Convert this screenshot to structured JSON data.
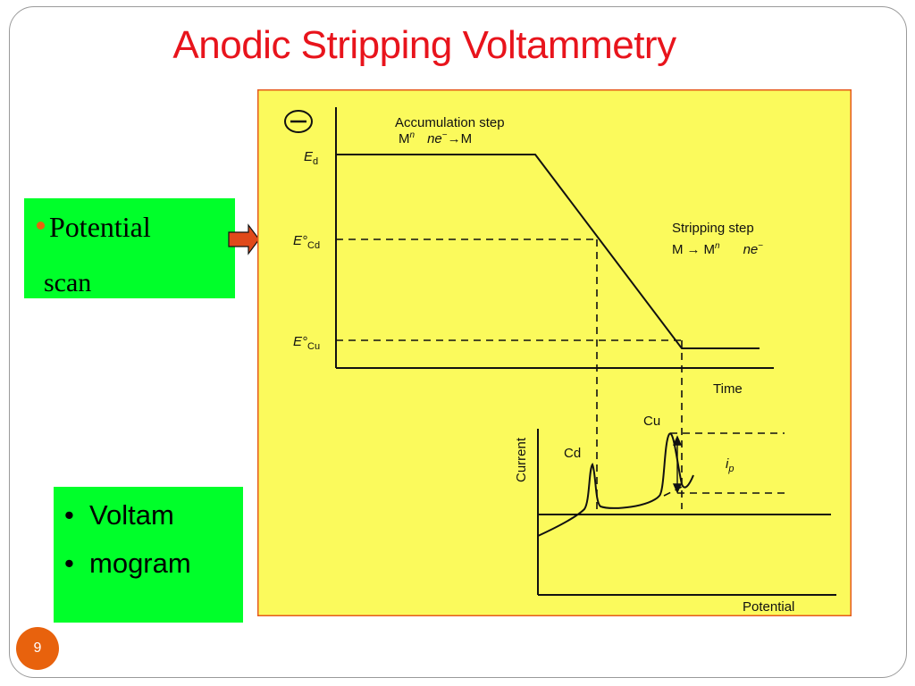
{
  "slide": {
    "title": "Anodic Stripping Voltammetry",
    "page_number": "9"
  },
  "box_potential": {
    "line1": "Potential",
    "line2": "scan",
    "background": "#00ff2a",
    "bullet_color": "#e8620d"
  },
  "box_voltammogram": {
    "items": [
      "Voltam",
      "mogram"
    ],
    "background": "#00ff2a"
  },
  "arrows": {
    "color": "#e0491a",
    "icon": "right-arrow-icon"
  },
  "diagram": {
    "background": "#fbfa5c",
    "border_color": "#e65a1e",
    "minus_symbol": "−",
    "accumulation_label": "Accumulation step",
    "accumulation_reaction": {
      "species": "M",
      "sup": "n",
      "electrons": "ne",
      "electrons_sup": "−",
      "arrow": "→",
      "product": "M"
    },
    "stripping_label": "Stripping step",
    "stripping_reaction": {
      "reactant": "M",
      "arrow": "→",
      "species": "M",
      "sup": "n",
      "electrons": "ne",
      "electrons_sup": "−"
    },
    "potential_labels": {
      "ed": {
        "main": "E",
        "sub": "d"
      },
      "ecd": {
        "main": "E°",
        "sub": "Cd"
      },
      "ecu": {
        "main": "E°",
        "sub": "Cu"
      }
    },
    "time_label": "Time",
    "current_label": "Current",
    "potential_axis_label": "Potential",
    "peak_cd": "Cd",
    "peak_cu": "Cu",
    "ip_label": {
      "main": "i",
      "sub": "p"
    }
  }
}
